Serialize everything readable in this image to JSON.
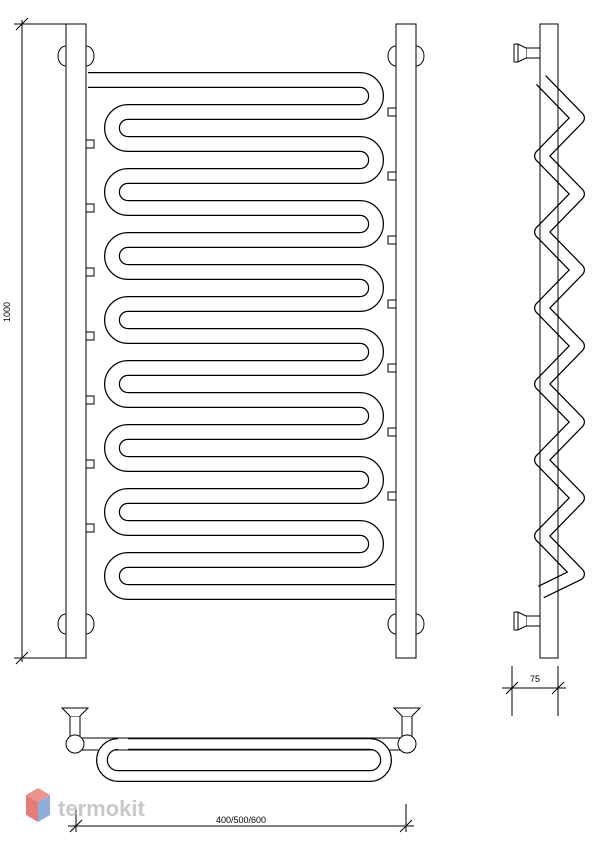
{
  "dimensions": {
    "height_label": "1000",
    "width_label": "400/500/600",
    "depth_label": "75"
  },
  "watermark": {
    "brand": "termokit",
    "colors": {
      "icon_red": "#e05a55",
      "icon_blue": "#6f9ad0",
      "text": "#c8c8cc"
    }
  }
}
